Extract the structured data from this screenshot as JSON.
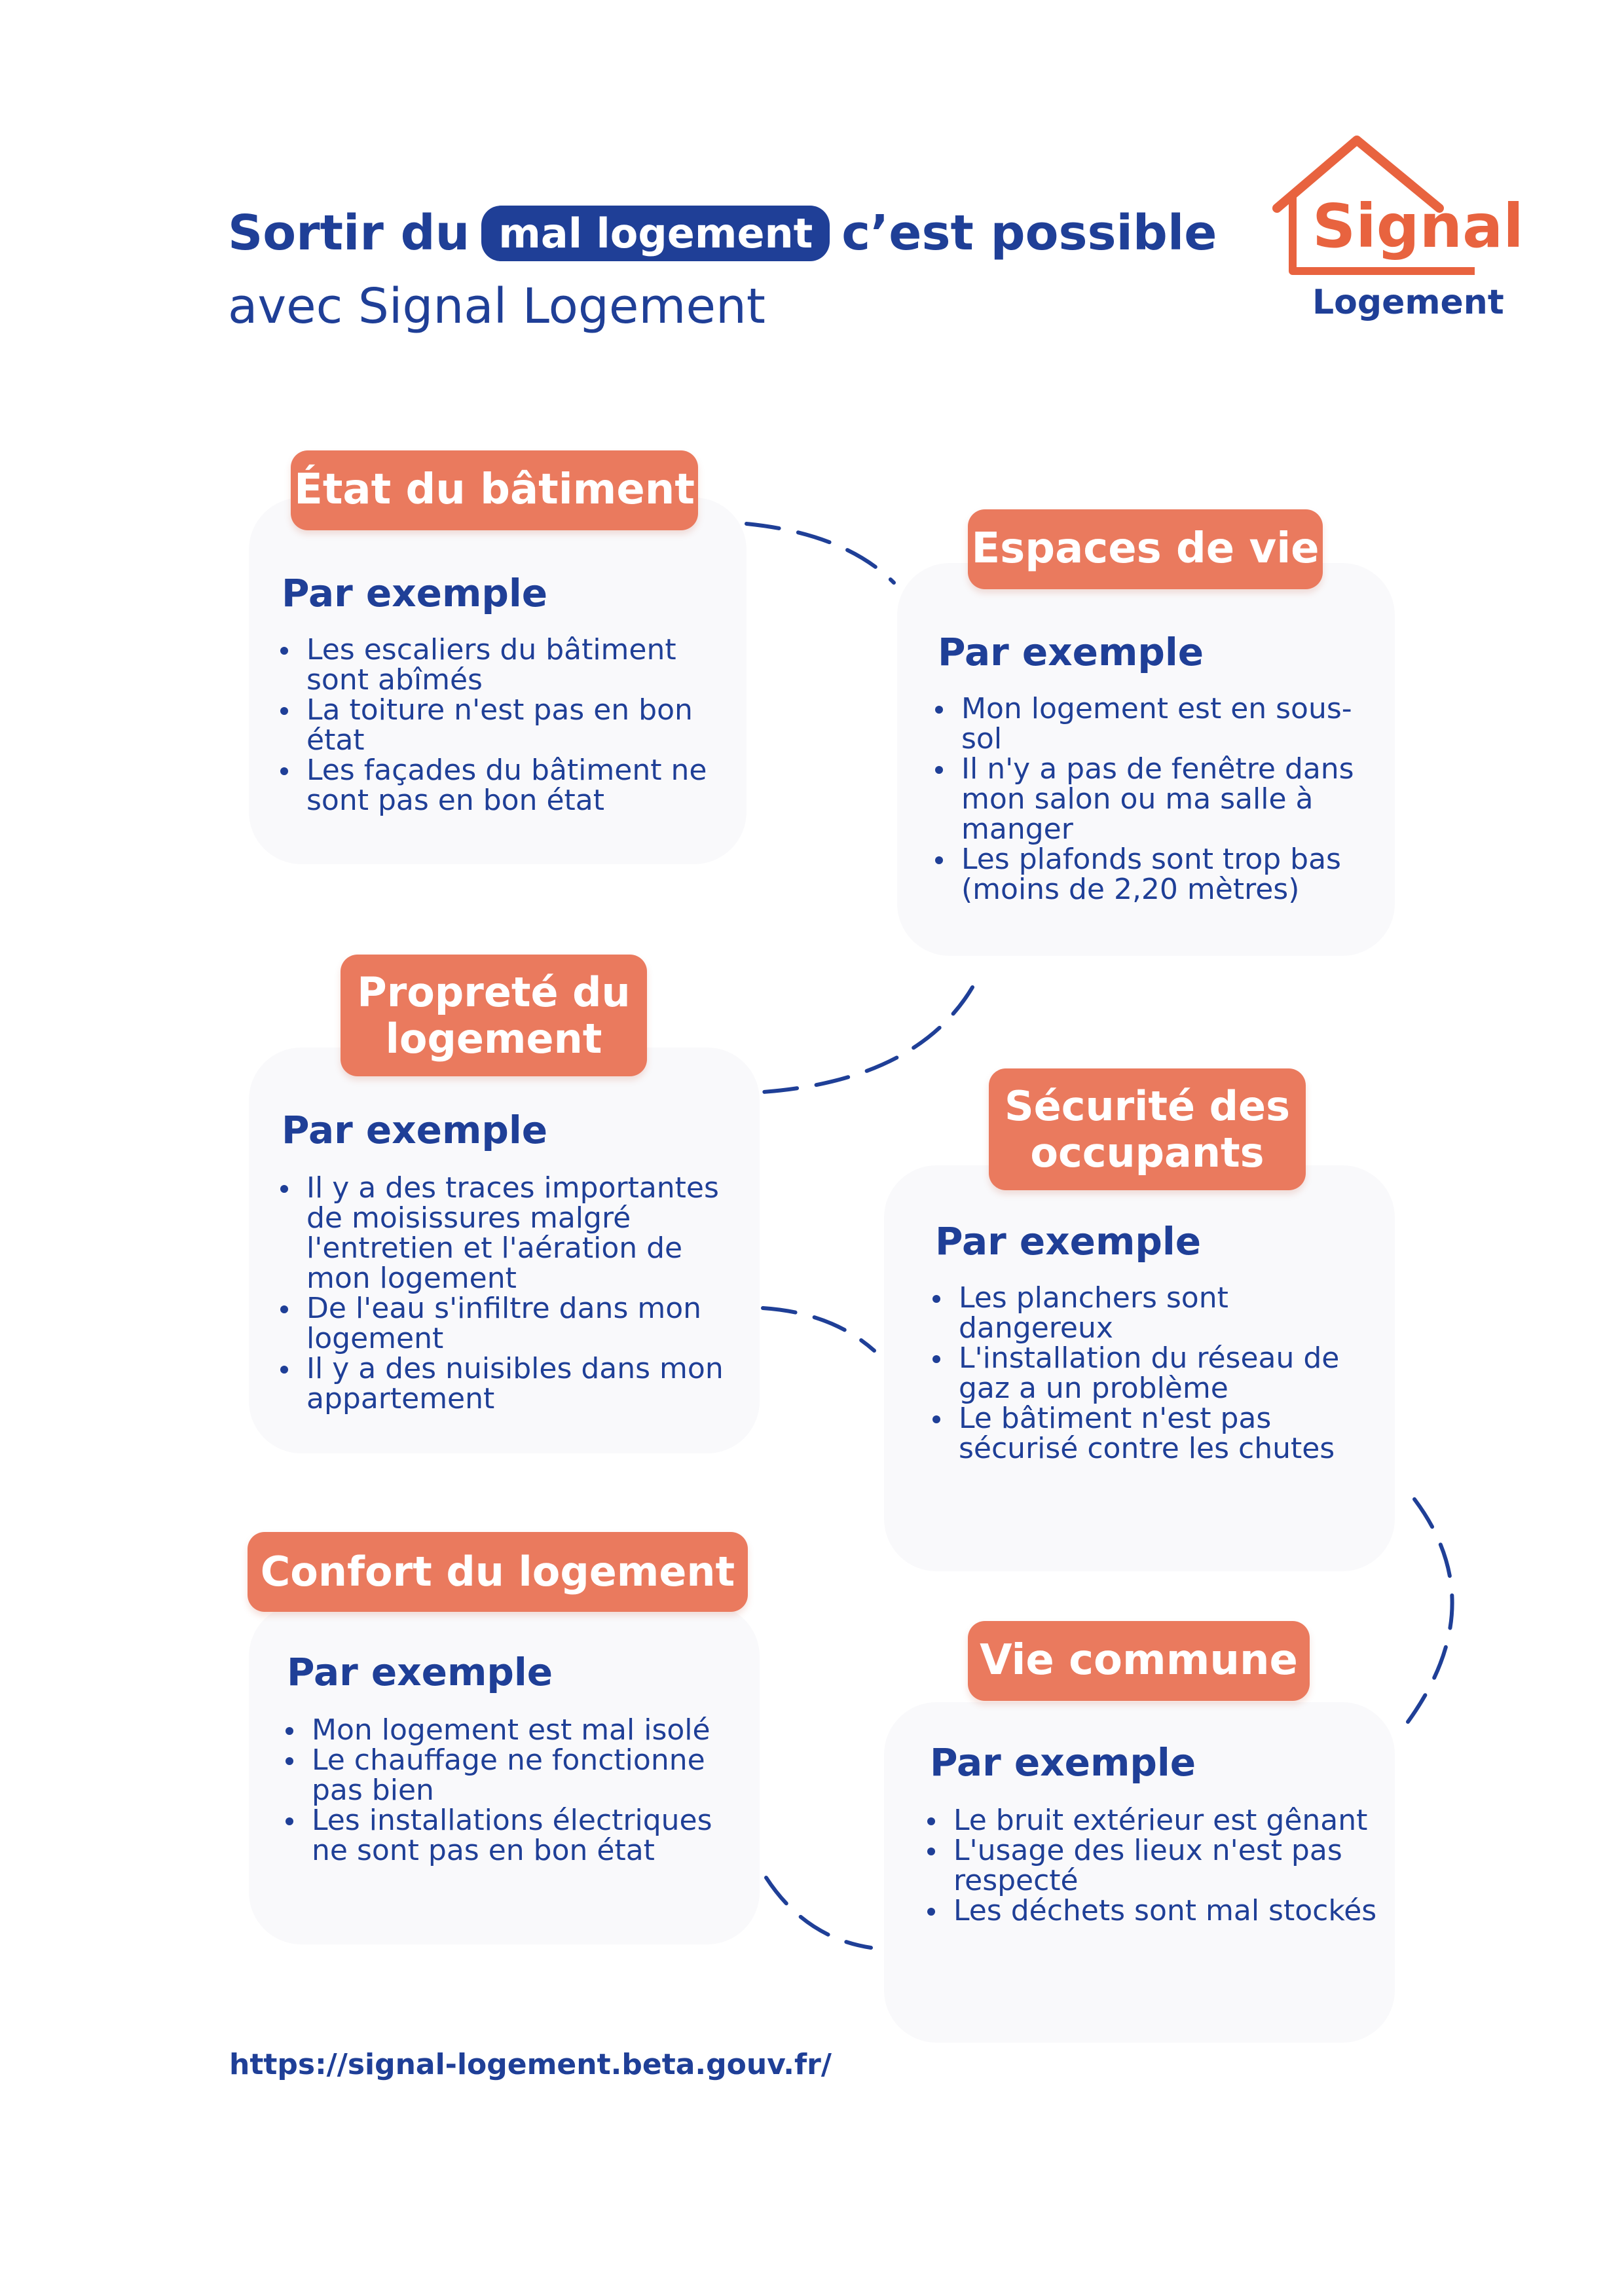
{
  "header": {
    "title_before": "Sortir du",
    "title_highlight": "mal logement",
    "title_after": "c’est possible",
    "subtitle": "avec Signal Logement"
  },
  "logo": {
    "word1": "Signal",
    "word2": "Logement"
  },
  "sections": [
    {
      "tag": "État du bâtiment",
      "example_title": "Par exemple",
      "items": [
        "Les escaliers du bâtiment sont abîmés",
        "La toiture n'est pas en bon état",
        "Les façades du bâtiment ne sont pas en bon état"
      ]
    },
    {
      "tag": "Espaces de vie",
      "example_title": "Par exemple",
      "items": [
        "Mon logement est en sous-sol",
        "Il n'y a pas de fenêtre dans mon salon ou ma salle à manger",
        "Les plafonds sont trop bas (moins de 2,20 mètres)"
      ]
    },
    {
      "tag": "Propreté du logement",
      "example_title": "Par exemple",
      "items": [
        "Il y a des traces importantes de moisissures malgré l'entretien et l'aération de mon logement",
        "De l'eau s'infiltre dans mon logement",
        "Il y a des nuisibles dans mon appartement"
      ]
    },
    {
      "tag": "Sécurité des occupants",
      "example_title": "Par exemple",
      "items": [
        "Les planchers sont dangereux",
        "L'installation du réseau de gaz a un problème",
        "Le bâtiment n'est pas sécurisé contre les chutes"
      ]
    },
    {
      "tag": "Confort du logement",
      "example_title": "Par exemple",
      "items": [
        "Mon logement est mal isolé",
        "Le chauffage ne fonctionne pas bien",
        "Les installations électriques ne sont pas en bon état"
      ]
    },
    {
      "tag": "Vie commune",
      "example_title": "Par exemple",
      "items": [
        "Le bruit extérieur est gênant",
        "L'usage des lieux n'est pas respecté",
        "Les déchets sont mal stockés"
      ]
    }
  ],
  "footer": {
    "url": "https://signal-logement.beta.gouv.fr/"
  },
  "colors": {
    "primary": "#1f3f97",
    "accent": "#ea7a5e",
    "logo_orange": "#e8633f"
  }
}
